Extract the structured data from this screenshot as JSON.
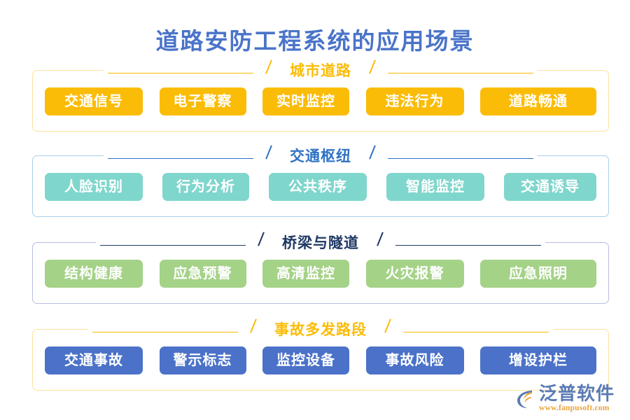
{
  "page": {
    "title": "道路安防工程系统的应用场景",
    "title_color": "#4a74c9",
    "background": "#ffffff"
  },
  "sections": [
    {
      "title": "城市道路",
      "title_color": "#fbbc07",
      "border_color": "#fbe3a0",
      "tag_color": "#fbbc07",
      "tag_text_color": "#ffffff",
      "tags": [
        "交通信号",
        "电子警察",
        "实时监控",
        "违法行为",
        "道路畅通"
      ]
    },
    {
      "title": "交通枢纽",
      "title_color": "#2f72c4",
      "border_color": "#a9cfe9",
      "tag_color": "#7fd6cc",
      "tag_text_color": "#ffffff",
      "tags": [
        "人脸识别",
        "行为分析",
        "公共秩序",
        "智能监控",
        "交通诱导"
      ]
    },
    {
      "title": "桥梁与隧道",
      "title_color": "#1f3864",
      "border_color": "#b8bde0",
      "tag_color": "#a4d287",
      "tag_text_color": "#ffffff",
      "tags": [
        "结构健康",
        "应急预警",
        "高清监控",
        "火灾报警",
        "应急照明"
      ]
    },
    {
      "title": "事故多发路段",
      "title_color": "#fbbc07",
      "border_color": "#fbe3a0",
      "tag_color": "#4b72c8",
      "tag_text_color": "#ffffff",
      "tags": [
        "交通事故",
        "警示标志",
        "监控设备",
        "事故风险",
        "增设护栏"
      ]
    }
  ],
  "logo": {
    "name": "泛普软件",
    "url": "www.fanpusoft.com",
    "name_color": "#5b7bb4",
    "url_color": "#e8a33d",
    "mark_icon": "swoosh-circle-icon"
  }
}
